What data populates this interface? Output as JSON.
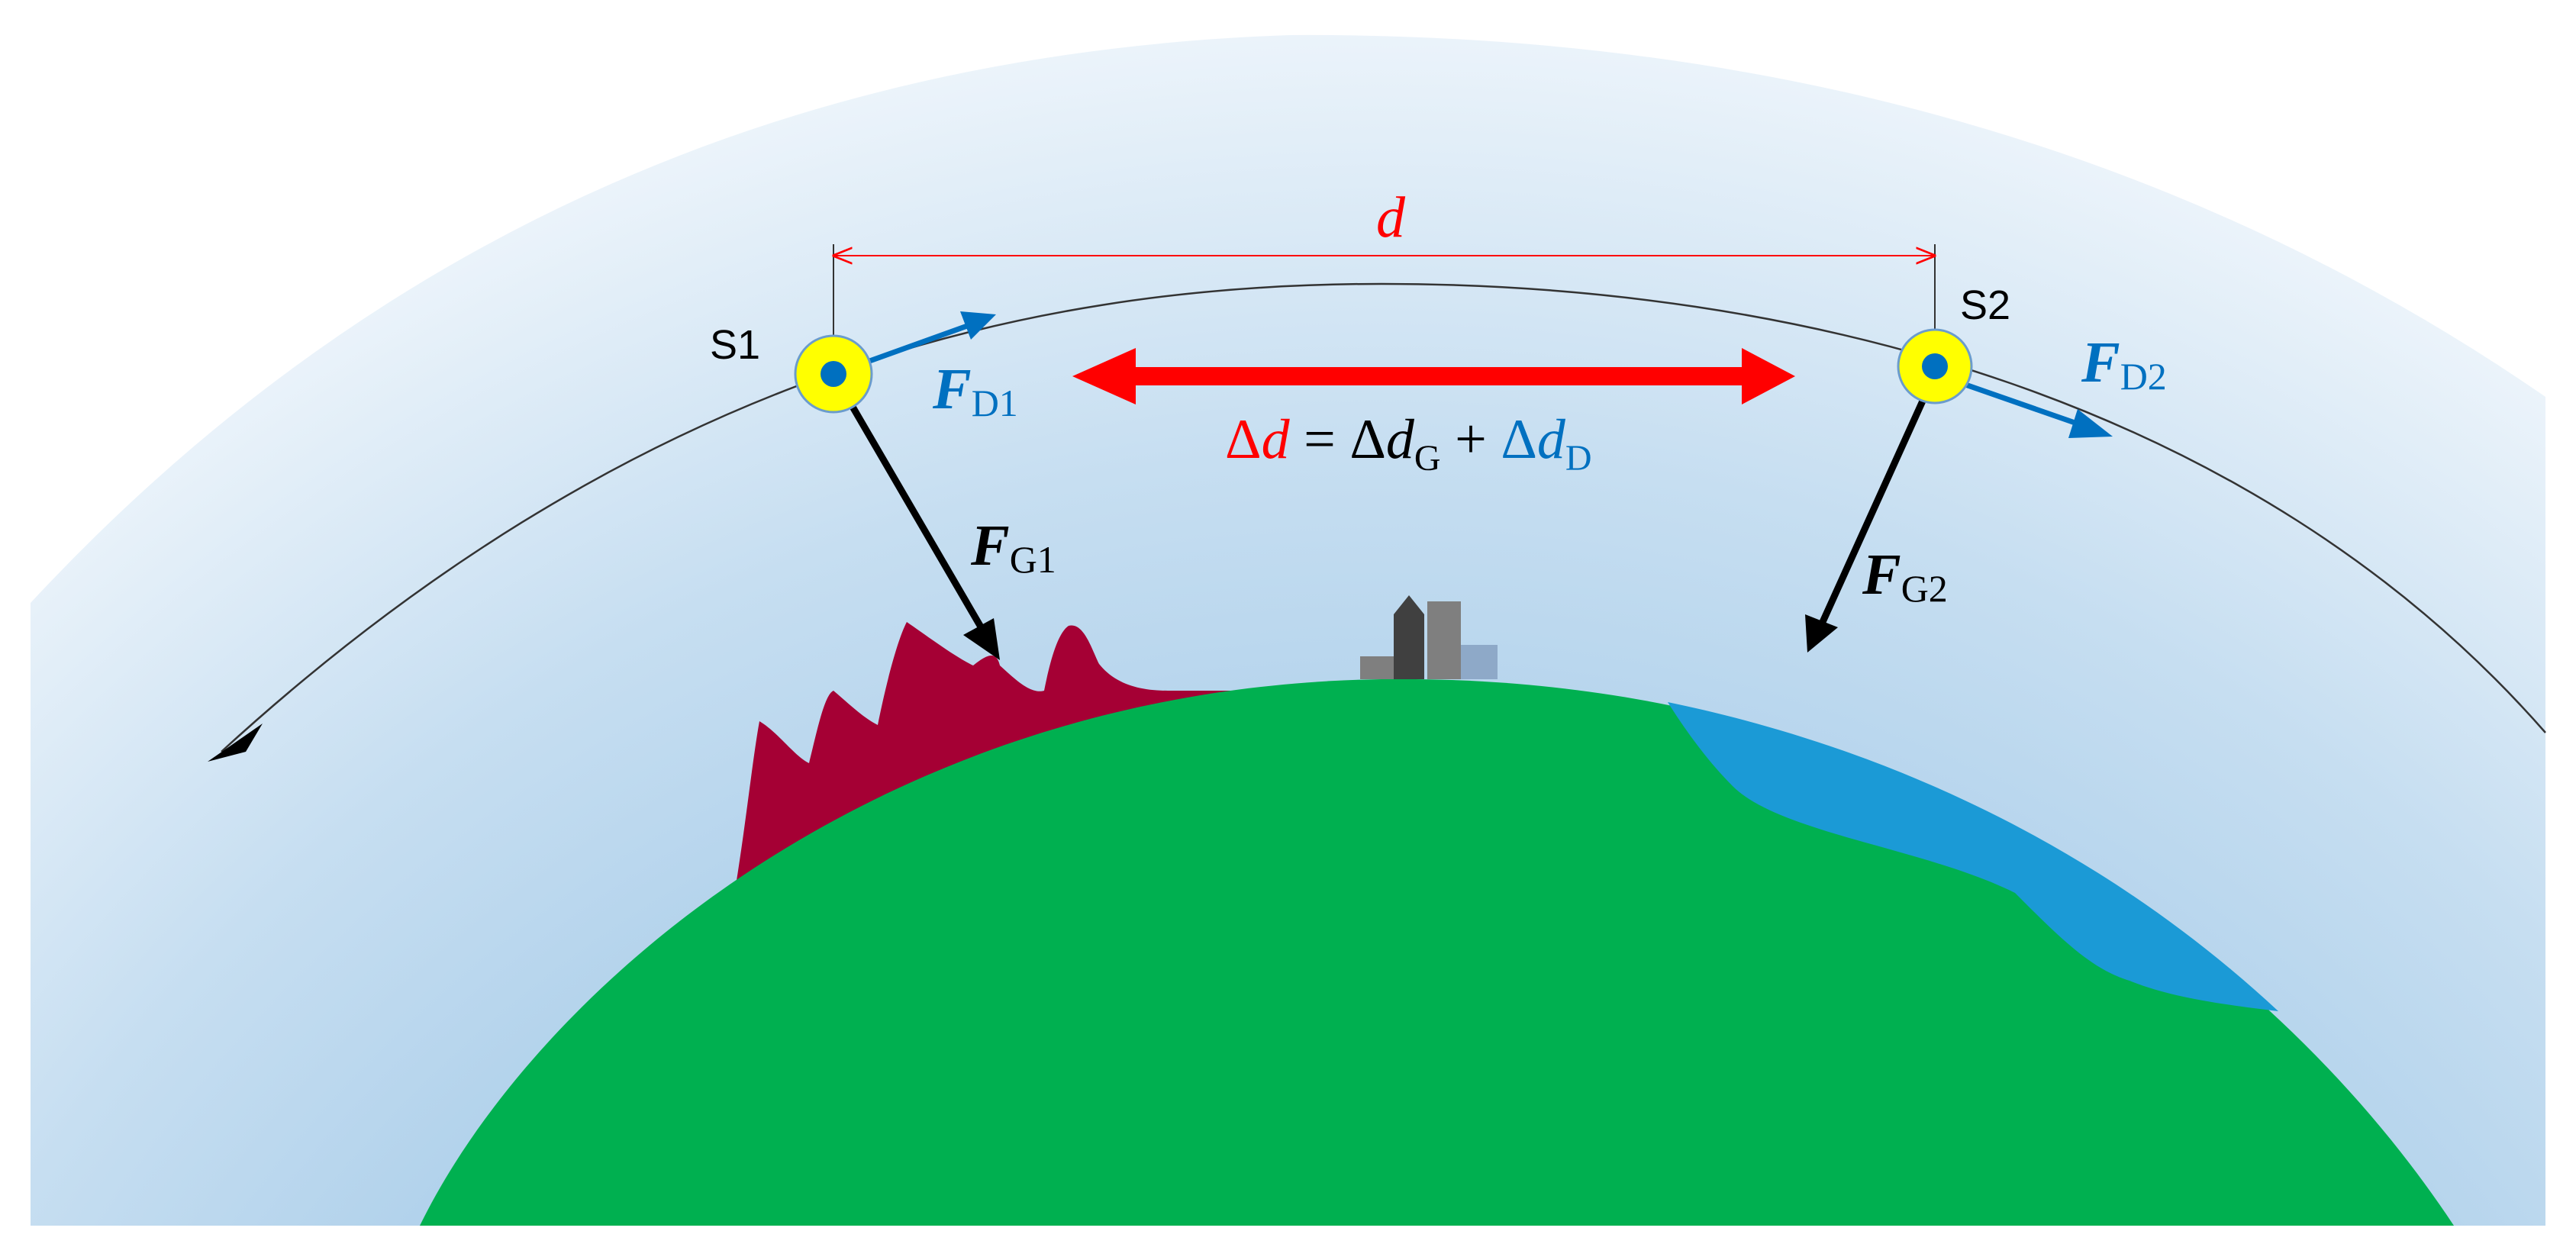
{
  "colors": {
    "atmosphere_inner": "#bcd8ee",
    "atmosphere_outer": "#e8f1f9",
    "earth": "#00b050",
    "mountains": "#a50034",
    "sea": "#1b9ad6",
    "satellite_ring": "#ffff00",
    "satellite_core": "#0070c0",
    "gravity": "#000000",
    "drag": "#0070c0",
    "distance": "#ff0000",
    "orbit": "#333333"
  },
  "icons": {
    "satellite_1": "satellite-icon",
    "satellite_2": "satellite-icon",
    "city": "city-buildings-icon",
    "mountains": "mountain-range-icon",
    "sea": "ocean-icon"
  },
  "satellites": {
    "s1_label": "S1",
    "s2_label": "S2"
  },
  "distance": {
    "label": "d"
  },
  "forces": {
    "fg1": {
      "main": "F",
      "sub": "G1"
    },
    "fg2": {
      "main": "F",
      "sub": "G2"
    },
    "fd1": {
      "main": "F",
      "sub": "D1"
    },
    "fd2": {
      "main": "F",
      "sub": "D2"
    }
  },
  "equation": {
    "delta1": "Δ",
    "d1": "d",
    "equals": " = ",
    "delta2": "Δ",
    "d2": "d",
    "sub_g": "G",
    "plus": " + ",
    "delta3": "Δ",
    "d3": "d",
    "sub_d": "D"
  }
}
